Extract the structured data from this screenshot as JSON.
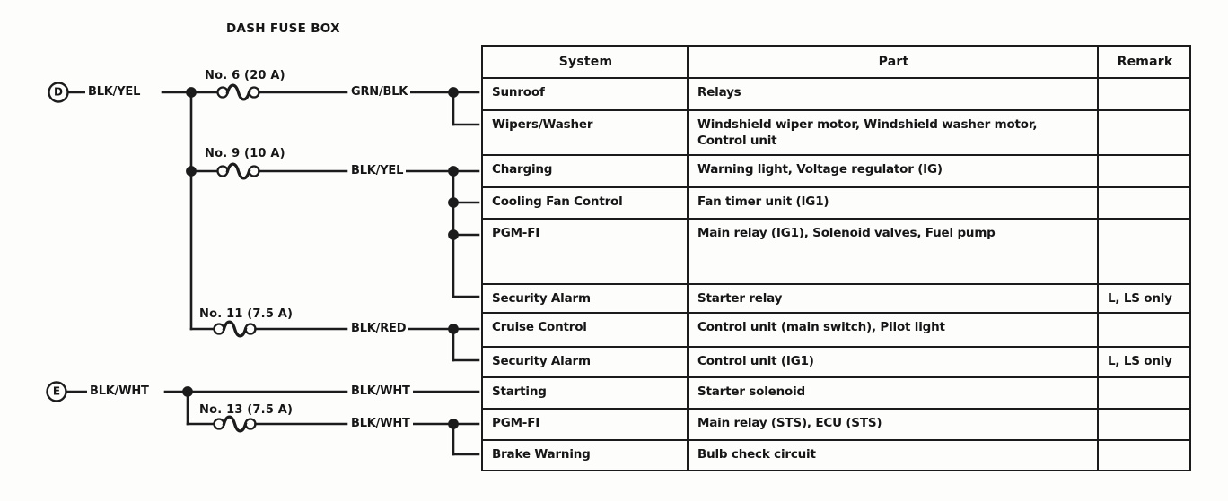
{
  "diagram": {
    "title": "DASH FUSE BOX",
    "connectors": [
      {
        "label": "D"
      },
      {
        "label": "E"
      }
    ],
    "fuses": [
      {
        "label": "No. 6 (20 A)"
      },
      {
        "label": "No. 9 (10 A)"
      },
      {
        "label": "No. 11 (7.5 A)"
      },
      {
        "label": "No. 13 (7.5 A)"
      }
    ],
    "wire_labels": [
      {
        "text": "BLK/YEL"
      },
      {
        "text": "GRN/BLK"
      },
      {
        "text": "BLK/YEL"
      },
      {
        "text": "BLK/RED"
      },
      {
        "text": "BLK/WHT"
      },
      {
        "text": "BLK/WHT"
      },
      {
        "text": "BLK/WHT"
      }
    ],
    "line_color": "#1c1c1c"
  },
  "table": {
    "headers": {
      "system": "System",
      "part": "Part",
      "remark": "Remark"
    },
    "rows": [
      {
        "system": "Sunroof",
        "part": "Relays",
        "remark": ""
      },
      {
        "system": "Wipers/Washer",
        "part": "Windshield wiper motor, Windshield washer motor, Control unit",
        "remark": ""
      },
      {
        "system": "Charging",
        "part": "Warning light, Voltage regulator (IG)",
        "remark": ""
      },
      {
        "system": "Cooling Fan Control",
        "part": "Fan timer unit (IG1)",
        "remark": ""
      },
      {
        "system": "PGM-FI",
        "part": "Main relay (IG1), Solenoid valves, Fuel pump",
        "remark": ""
      },
      {
        "system": "Security Alarm",
        "part": "Starter relay",
        "remark": "L, LS only"
      },
      {
        "system": "Cruise Control",
        "part": "Control unit (main switch), Pilot light",
        "remark": ""
      },
      {
        "system": "Security Alarm",
        "part": "Control unit (IG1)",
        "remark": "L, LS only"
      },
      {
        "system": "Starting",
        "part": "Starter solenoid",
        "remark": ""
      },
      {
        "system": "PGM-FI",
        "part": "Main relay (STS), ECU (STS)",
        "remark": ""
      },
      {
        "system": "Brake Warning",
        "part": "Bulb check circuit",
        "remark": ""
      }
    ]
  }
}
